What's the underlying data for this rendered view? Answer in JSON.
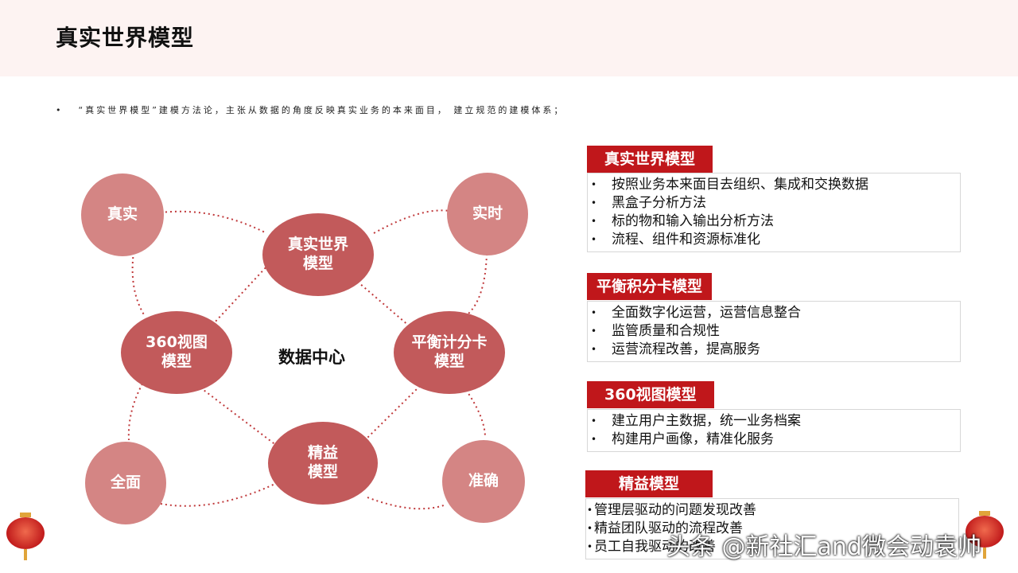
{
  "title": "真实世界模型",
  "intro": "“真实世界模型”建模方法论，主张从数据的角度反映真实业务的本来面目， 建立规范的建模体系；",
  "bullet_glyph": "•",
  "diagram": {
    "center": "数据中心",
    "outer": {
      "top_left": "真实",
      "top_right": "实时",
      "bottom_left": "全面",
      "bottom_right": "准确"
    },
    "inner": {
      "top": [
        "真实世界",
        "模型"
      ],
      "left": [
        "360视图",
        "模型"
      ],
      "right": [
        "平衡计分卡",
        "模型"
      ],
      "bottom": [
        "精益",
        "模型"
      ]
    }
  },
  "panels": [
    {
      "title": "真实世界模型",
      "items": [
        "按照业务本来面目去组织、集成和交换数据",
        "黑盒子分析方法",
        "标的物和输入输出分析方法",
        "流程、组件和资源标准化"
      ]
    },
    {
      "title": "平衡积分卡模型",
      "items": [
        "全面数字化运营，运营信息整合",
        "监管质量和合规性",
        "运营流程改善，提高服务"
      ]
    },
    {
      "title": "360视图模型",
      "items": [
        "建立用户主数据，统一业务档案",
        "构建用户画像，精准化服务"
      ]
    },
    {
      "title": "精益模型",
      "items": [
        "管理层驱动的问题发现改善",
        "精益团队驱动的流程改善",
        "员工自我驱动的改善"
      ]
    }
  ],
  "watermark": "头条 @新社汇and微会动袁帅",
  "colors": {
    "outer_circle": "#d48584",
    "inner_circle": "#c25a5b",
    "tag_red": "#c0171b",
    "header_band": "#fdf3f2",
    "dotted_line": "#c0393b"
  }
}
